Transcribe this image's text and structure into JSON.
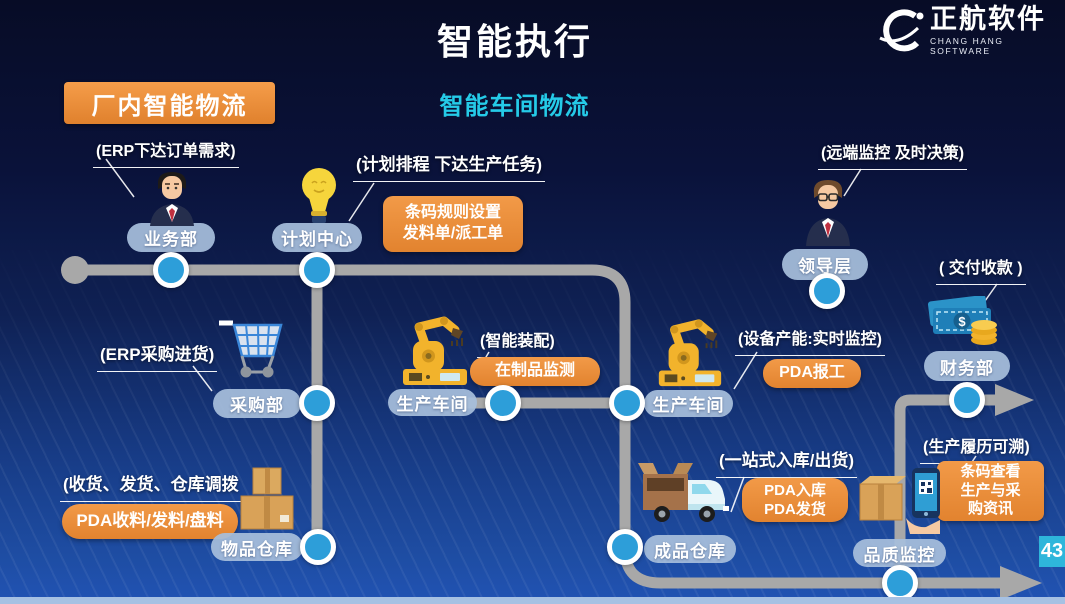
{
  "title": "智能执行",
  "logo": {
    "cn": "正航软件",
    "en": "CHANG HANG SOFTWARE"
  },
  "badges": {
    "factory_logistics": "厂内智能物流",
    "workshop_logistics": "智能车间物流"
  },
  "annotations": {
    "erp_order": "(ERP下达订单需求)",
    "plan_schedule": "(计划排程 下达生产任务)",
    "remote_monitor": "(远端监控 及时决策)",
    "erp_purchase": "(ERP采购进货)",
    "smart_assembly": "(智能装配)",
    "equipment_capacity": "(设备产能:实时监控)",
    "delivery_payment": "( 交付收款 )",
    "warehouse_ops": "(收货、发货、仓库调拨",
    "one_stop": "(一站式入库/出货)",
    "trace": "(生产履历可溯)"
  },
  "pills": {
    "sales": "业务部",
    "planning": "计划中心",
    "leadership": "领导层",
    "purchasing": "采购部",
    "workshop1": "生产车间",
    "workshop2": "生产车间",
    "finance": "财务部",
    "material_warehouse": "物品仓库",
    "finished_warehouse": "成品仓库",
    "quality": "品质监控"
  },
  "orange_boxes": {
    "barcode_rules": {
      "line1": "条码规则设置",
      "line2": "发料单/派工单"
    },
    "wip_monitor": "在制品监测",
    "pda_report": "PDA报工",
    "pda_material": "PDA收料/发料/盘料",
    "pda_inout": {
      "line1": "PDA入库",
      "line2": "PDA发货"
    },
    "barcode_view": {
      "line1": "条码查看",
      "line2": "生产与采",
      "line3": "购资讯"
    }
  },
  "page_number": "43",
  "icons": {
    "dollar_glyph": "$",
    "names": [
      "changhang-logo-icon",
      "businessman-icon",
      "lightbulb-icon",
      "leader-icon",
      "cart-icon",
      "robot-arm-icon",
      "money-icon",
      "boxes-icon",
      "truck-icon",
      "scan-icon"
    ]
  },
  "colors": {
    "accent_orange": "#E8903C",
    "node_blue": "#2D9ED9",
    "path_gray": "#A8A8A8",
    "subtitle_cyan": "#25CBE8",
    "pill_blue": "#A7BEDC",
    "page_badge_cyan": "#2EB6DB"
  }
}
